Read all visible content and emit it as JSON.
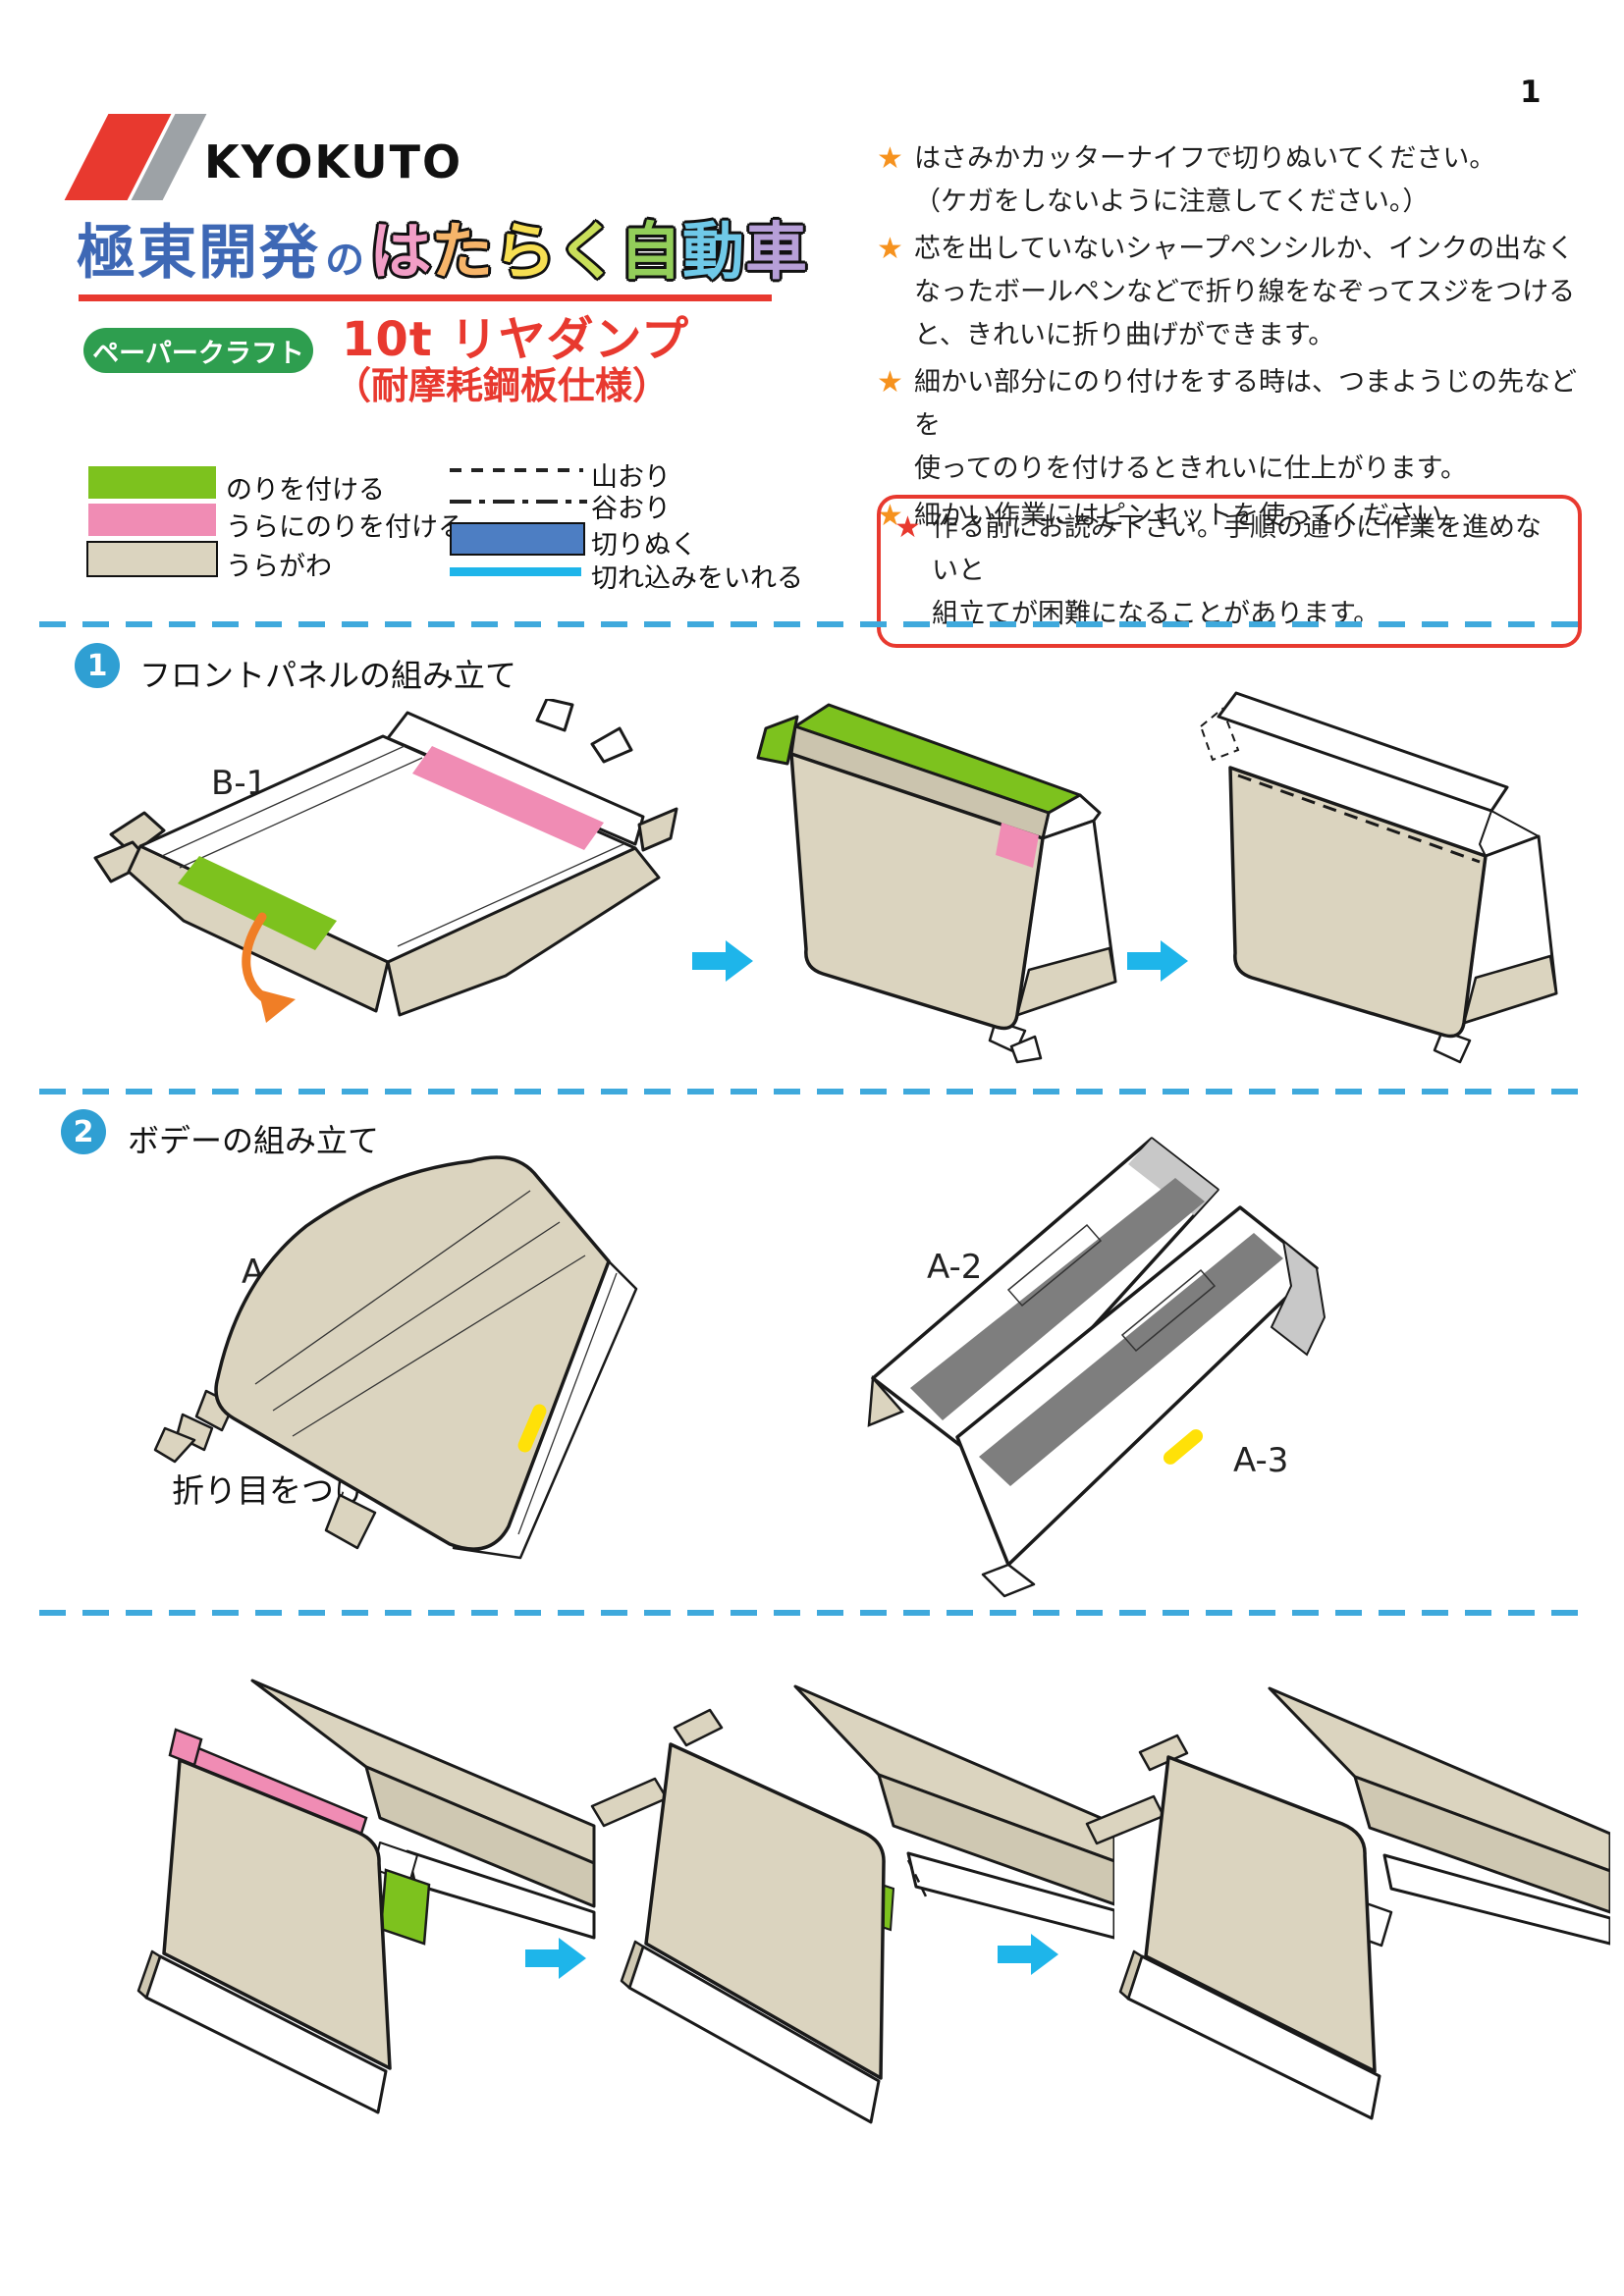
{
  "page": {
    "number": "1"
  },
  "header": {
    "logo_text": "KYOKUTO",
    "brand_blue": "極東開発",
    "brand_particle": "の",
    "brand_colored": [
      {
        "ch": "は",
        "color": "#F19EC6"
      },
      {
        "ch": "た",
        "color": "#F7B56A"
      },
      {
        "ch": "ら",
        "color": "#F6DE52"
      },
      {
        "ch": "く",
        "color": "#C9DF5A"
      },
      {
        "ch": "自",
        "color": "#93CE5A"
      },
      {
        "ch": "動",
        "color": "#6FC9E8"
      },
      {
        "ch": "車",
        "color": "#B79FD8"
      }
    ],
    "badge": "ペーパークラフト",
    "product_name": "10t リヤダンプ",
    "product_spec": "（耐摩耗鋼板仕様）"
  },
  "icons": {
    "star": "★"
  },
  "notes": [
    "はさみかカッターナイフで切りぬいてください。\n（ケガをしないように注意してください。）",
    "芯を出していないシャープペンシルか、インクの出なく\nなったボールペンなどで折り線をなぞってスジをつける\nと、きれいに折り曲げができます。",
    "細かい部分にのり付けをする時は、つまようじの先などを\n使ってのりを付けるときれいに仕上がります。",
    "細かい作業にはピンセットを使ってください。"
  ],
  "warning": "作る前にお読み下さい。手順の通りに作業を進めないと\n組立てが困難になることがあります。",
  "legend": {
    "fills": [
      {
        "label": "のりを付ける",
        "color": "#7DC21E"
      },
      {
        "label": "うらにのりを付ける",
        "color": "#F08CB4"
      },
      {
        "label": "うらがわ",
        "color": "#DBD4BF"
      }
    ],
    "lines": [
      {
        "label": "山おり"
      },
      {
        "label": "谷おり"
      },
      {
        "label": "切りぬく",
        "color": "#4D7EC3"
      },
      {
        "label": "切れ込みをいれる",
        "color": "#1EB5EA"
      }
    ]
  },
  "sections": [
    {
      "number": "1",
      "title": "フロントパネルの組み立て",
      "parts": [
        "B-1"
      ]
    },
    {
      "number": "2",
      "title": "ボデーの組み立て",
      "parts": [
        "A-1",
        "A-2",
        "A-3"
      ],
      "annotation": "折り目をつける"
    }
  ],
  "colors": {
    "accent_red": "#E8392F",
    "star_orange": "#F6921E",
    "title_blue": "#3E68B5",
    "badge_green": "#2E9E4F",
    "divider_cyan": "#3FA9DC",
    "arrow_cyan": "#1EB5EA",
    "step_circle_blue": "#2F9FD3",
    "glue_green": "#7DC21E",
    "glue_pink": "#F08CB4",
    "paper_tan": "#DBD4BF",
    "cut_blue": "#4D7EC3",
    "slit_cyan": "#1EB5EA",
    "fold_arrow_orange": "#F07E26",
    "highlight_yellow": "#FFE108"
  }
}
